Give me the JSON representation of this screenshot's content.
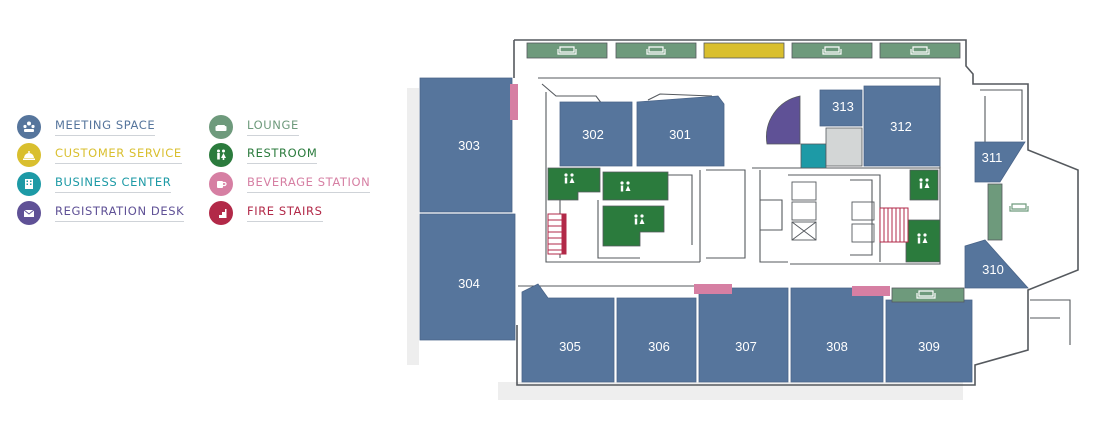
{
  "colors": {
    "meeting": "#56759c",
    "customer": "#d9bf2e",
    "business": "#1d9aa6",
    "registration": "#5f5196",
    "lounge": "#6e9a7c",
    "restroom": "#2b7b3d",
    "beverage": "#d67fa3",
    "fire": "#b22948",
    "wall": "#55595e",
    "shadow": "#eeeeee",
    "service": "#d3d6d6"
  },
  "legend": {
    "items": [
      {
        "key": "meeting_space",
        "label": "MEETING SPACE",
        "icon": "people-icon",
        "color": "#56759c"
      },
      {
        "key": "customer_service",
        "label": "CUSTOMER SERVICE",
        "icon": "service-bell-icon",
        "color": "#d9bf2e"
      },
      {
        "key": "business_center",
        "label": "BUSINESS CENTER",
        "icon": "building-icon",
        "color": "#1d9aa6"
      },
      {
        "key": "registration_desk",
        "label": "REGISTRATION DESK",
        "icon": "envelope-icon",
        "color": "#5f5196"
      },
      {
        "key": "lounge",
        "label": "LOUNGE",
        "icon": "sofa-icon",
        "color": "#6e9a7c"
      },
      {
        "key": "restroom",
        "label": "RESTROOM",
        "icon": "restroom-icon",
        "color": "#2b7b3d"
      },
      {
        "key": "beverage_station",
        "label": "BEVERAGE STATION",
        "icon": "coffee-cup-icon",
        "color": "#d67fa3"
      },
      {
        "key": "fire_stairs",
        "label": "FIRE STAIRS",
        "icon": "stairs-icon",
        "color": "#b22948"
      }
    ]
  },
  "rooms": [
    {
      "key": "r301",
      "label": "301"
    },
    {
      "key": "r302",
      "label": "302"
    },
    {
      "key": "r303",
      "label": "303"
    },
    {
      "key": "r304",
      "label": "304"
    },
    {
      "key": "r305",
      "label": "305"
    },
    {
      "key": "r306",
      "label": "306"
    },
    {
      "key": "r307",
      "label": "307"
    },
    {
      "key": "r308",
      "label": "308"
    },
    {
      "key": "r309",
      "label": "309"
    },
    {
      "key": "r310",
      "label": "310"
    },
    {
      "key": "r311",
      "label": "311"
    },
    {
      "key": "r312",
      "label": "312"
    },
    {
      "key": "r313",
      "label": "313"
    }
  ]
}
